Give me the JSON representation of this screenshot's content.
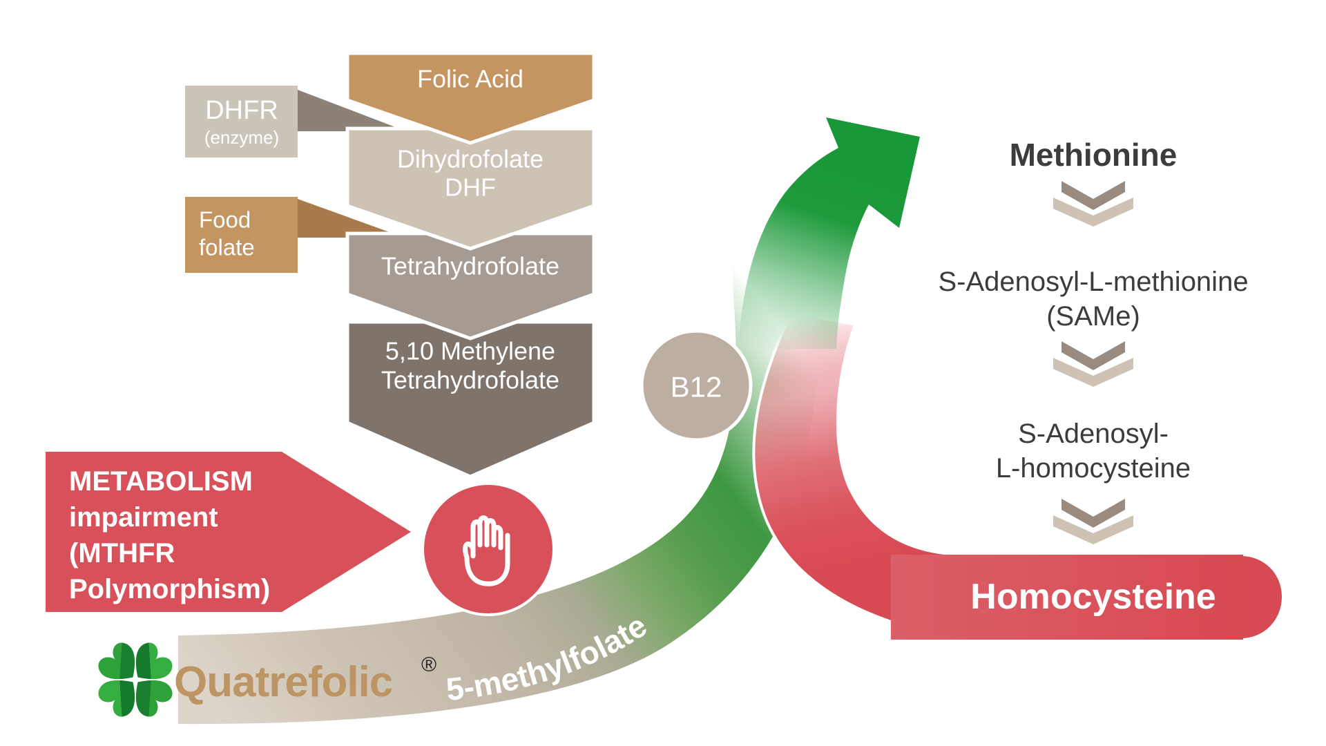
{
  "diagram": {
    "cascade": {
      "box1": "Folic Acid",
      "box2_line1": "Dihydrofolate",
      "box2_line2": "DHF",
      "box3": "Tetrahydrofolate",
      "box4_line1": "5,10 Methylene",
      "box4_line2": "Tetrahydrofolate"
    },
    "side_labels": {
      "dhfr_title": "DHFR",
      "dhfr_subtitle": "(enzyme)",
      "food_line1": "Food",
      "food_line2": "folate"
    },
    "impairment": {
      "line1": "METABOLISM",
      "line2": "impairment",
      "line3": "(MTHFR",
      "line4": "Polymorphism)"
    },
    "cofactor": "B12",
    "band_label": "5-methylfolate",
    "brand": {
      "wordmark": "Quatrefolic",
      "reg": "®"
    },
    "pathway": {
      "methionine": "Methionine",
      "same_line1": "S-Adenosyl-L-methionine",
      "same_line2": "(SAMe)",
      "sah_line1": "S-Adenosyl-",
      "sah_line2": "L-homocysteine",
      "homocysteine": "Homocysteine"
    },
    "colors": {
      "tan": "#C49560",
      "food_wedge": "#AA7A4C",
      "beige": "#CDC3B4",
      "dhfr_box": "#CAC4B9",
      "dhfr_wedge": "#8C8177",
      "taupe": "#A69B92",
      "dark_taupe": "#7E746C",
      "red": "#D8505A",
      "bar_red": "#D84B54",
      "b12_bg": "#BCAEA0",
      "arrow_green": "#1B9A3A",
      "band_green": "#3E9843",
      "brand_gold": "#BD9464",
      "clover_light": "#2EA13B",
      "clover_dark": "#1A7F2F",
      "chevron_dark": "#998B7F",
      "chevron_light": "#CDC2B3",
      "text_dark": "#3C3C3C"
    }
  }
}
